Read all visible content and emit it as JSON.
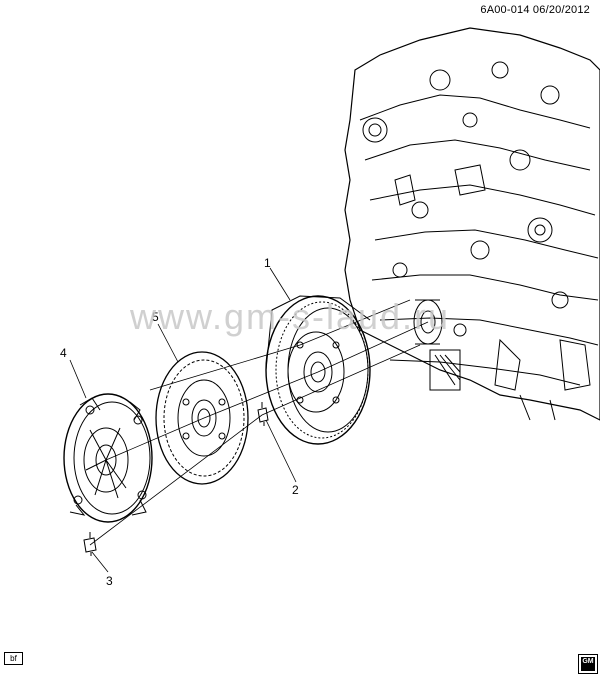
{
  "header": {
    "diagram_id": "6A00-014 06/20/2012"
  },
  "watermark": {
    "text": "www.gm-s-laud.ru"
  },
  "callouts": [
    "1",
    "2",
    "3",
    "4",
    "5"
  ],
  "footer": {
    "tag": "bf",
    "logo_text": "GM"
  }
}
